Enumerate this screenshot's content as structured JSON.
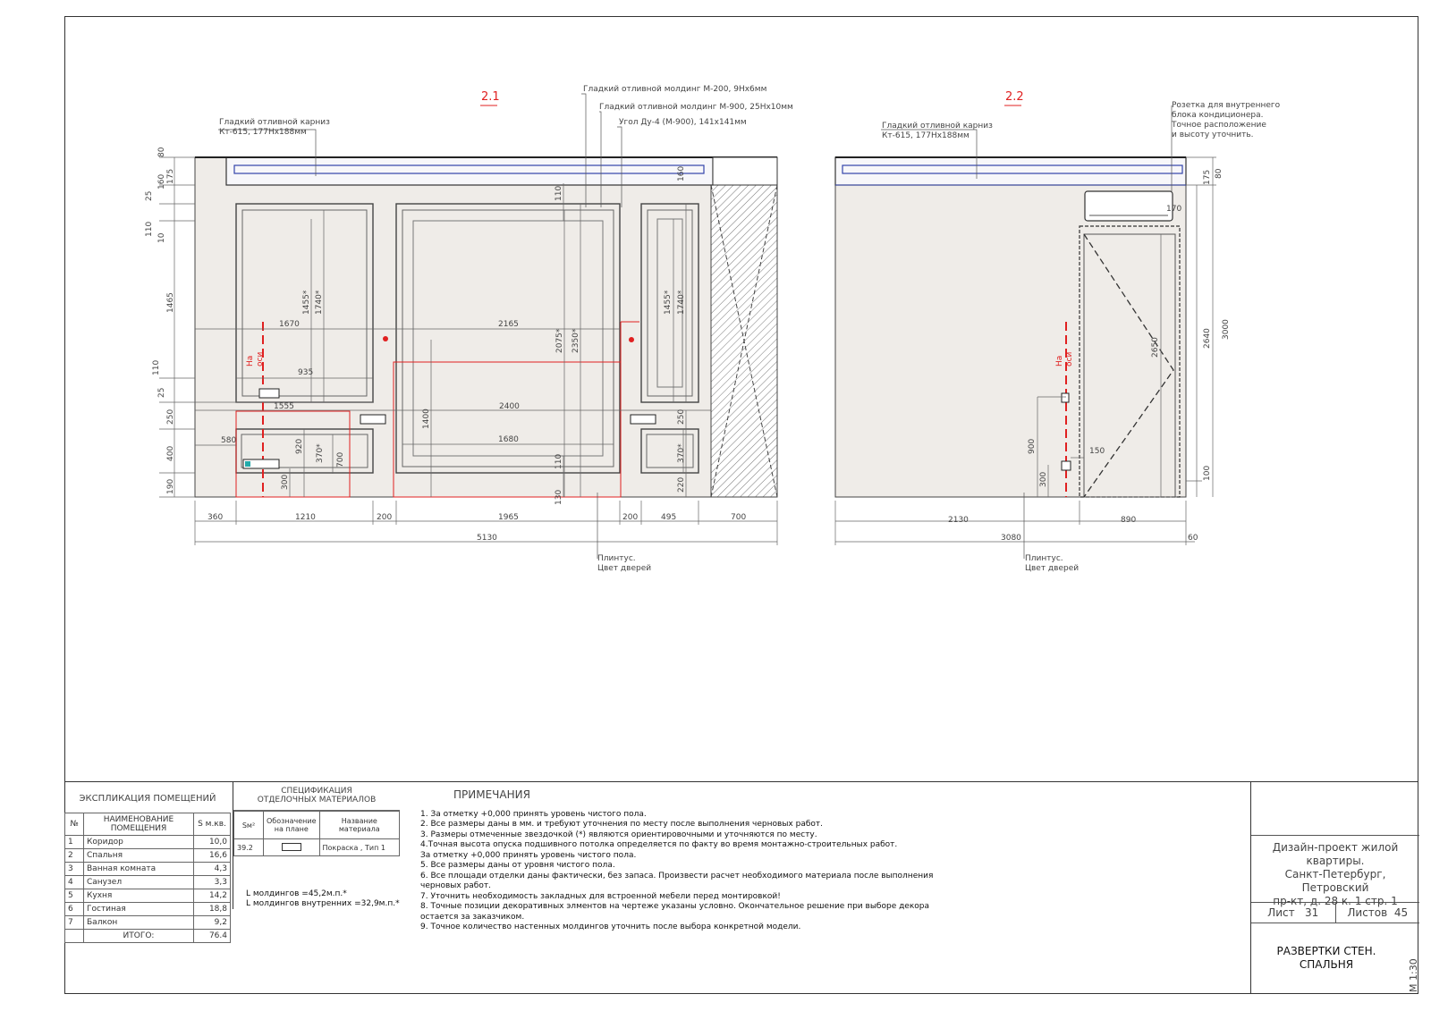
{
  "views": [
    {
      "id": "2.1",
      "title": "2.1",
      "callouts": [
        {
          "text": "Гладкий отливной карниз\nКт-615, 177Нх188мм"
        },
        {
          "text": "Гладкий отливной молдинг М-200, 9Нх6мм"
        },
        {
          "text": "Гладкий отливной молдинг М-900, 25Нх10мм"
        },
        {
          "text": "Угол Ду-4 (М-900), 141х141мм"
        },
        {
          "text": "Плинтус.\nЦвет дверей"
        }
      ],
      "dims_h": [
        "1670",
        "2165",
        "935",
        "1555",
        "2400",
        "580",
        "1680",
        "360",
        "1210",
        "200",
        "1965",
        "200",
        "495",
        "700",
        "5130"
      ],
      "dims_v": [
        "80",
        "175",
        "160",
        "25",
        "110",
        "10",
        "1465",
        "110",
        "25",
        "250",
        "400",
        "190",
        "1455*",
        "1740*",
        "2075*",
        "2350*",
        "1400",
        "920",
        "370*",
        "700",
        "300",
        "110",
        "130",
        "110",
        "160",
        "1455*",
        "1740*",
        "250",
        "370*",
        "220"
      ],
      "axis_label": "На\nоси"
    },
    {
      "id": "2.2",
      "title": "2.2",
      "callouts": [
        {
          "text": "Гладкий отливной карниз\nКт-615, 177Нх188мм"
        },
        {
          "text": "Розетка для внутреннего\nблока кондиционера.\nТочное расположение\nи высоту уточнить."
        },
        {
          "text": "Плинтус.\nЦвет дверей"
        }
      ],
      "dims_h": [
        "150",
        "2130",
        "890",
        "3080",
        "60"
      ],
      "dims_v": [
        "175",
        "80",
        "170",
        "2640",
        "3000",
        "2650",
        "900",
        "300",
        "100"
      ],
      "axis_label": "На\nоси"
    }
  ],
  "explication": {
    "title": "ЭКСПЛИКАЦИЯ ПОМЕЩЕНИЙ",
    "headers": [
      "№",
      "НАИМЕНОВАНИЕ ПОМЕЩЕНИЯ",
      "S м.кв."
    ],
    "rows": [
      [
        "1",
        "Коридор",
        "10,0"
      ],
      [
        "2",
        "Спальня",
        "16,6"
      ],
      [
        "3",
        "Ванная комната",
        "4,3"
      ],
      [
        "4",
        "Санузел",
        "3,3"
      ],
      [
        "5",
        "Кухня",
        "14,2"
      ],
      [
        "6",
        "Гостиная",
        "18,8"
      ],
      [
        "7",
        "Балкон",
        "9,2"
      ]
    ],
    "total_label": "ИТОГО:",
    "total_value": "76.4"
  },
  "spec": {
    "title": "СПЕЦИФИКАЦИЯ ОТДЕЛОЧНЫХ МАТЕРИАЛОВ",
    "headers": [
      "Sм²",
      "Обозначение на плане",
      "Название материала"
    ],
    "rows": [
      [
        "39.2",
        "",
        "Покраска , Тип 1"
      ]
    ],
    "moldings": [
      "L молдингов =45,2м.п.*",
      "L молдингов внутренних =32,9м.п.*"
    ]
  },
  "notes": {
    "title": "ПРИМЕЧАНИЯ",
    "lines": [
      "1. За отметку +0,000 принять уровень чистого пола.",
      "2. Все размеры даны в мм. и требуют уточнения по месту после выполнения черновых работ.",
      "3. Размеры отмеченные звездочкой (*) являются ориентировочными и уточняются по месту.",
      "4.Точная высота опуска подшивного потолка определяется по факту во время монтажно-строительных работ.",
      "За отметку +0,000 принять уровень чистого пола.",
      "5. Все размеры даны от уровня чистого пола.",
      "6. Все площади отделки даны фактически, без запаса. Произвести расчет необходимого материала после выполнения",
      "черновых работ.",
      "7. Уточнить необходимость закладных для встроенной мебели перед монтировкой!",
      "8. Точные позиции декоративных элментов на чертеже указаны условно. Окончательное решение при выборе декора",
      "остается за заказчиком.",
      "9. Точное количество настенных молдингов уточнить после выбора конкретной модели."
    ]
  },
  "stamp": {
    "project": [
      "Дизайн-проект жилой",
      "квартиры.",
      "Санкт-Петербург, Петровский",
      "пр-кт, д. 28 к. 1 стр. 1"
    ],
    "sheet_label": "Лист",
    "sheet_no": "31",
    "sheets_label": "Листов",
    "sheets_total": "45",
    "drawing_title": [
      "РАЗВЕРТКИ СТЕН.",
      "СПАЛЬНЯ"
    ],
    "scale": "М 1:30"
  },
  "colors": {
    "wall": "#efece8",
    "line": "#444444",
    "accent": "#e02020",
    "cornice": "#3344aa"
  }
}
